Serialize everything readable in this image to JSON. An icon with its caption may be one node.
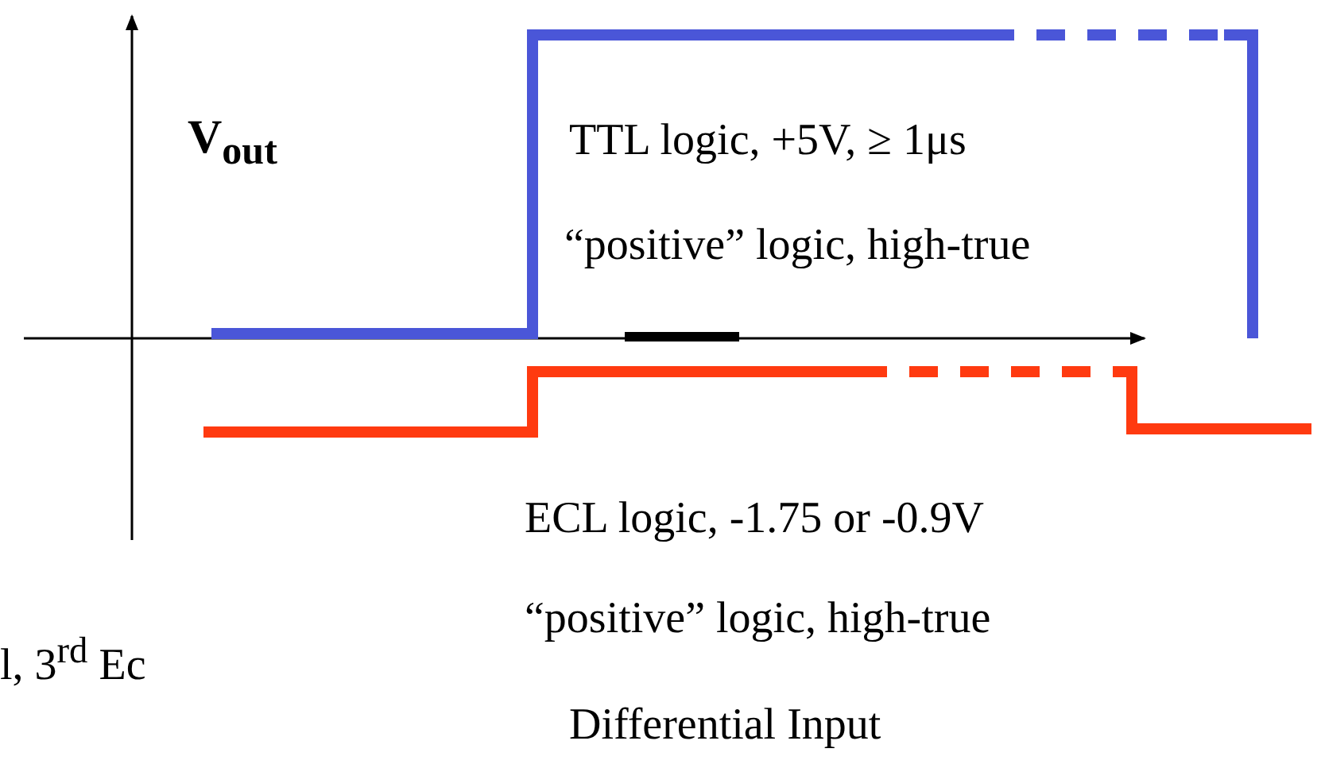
{
  "diagram": {
    "labels": [
      "V$_{out}$",
      "TTL logic, +5V,  ≥ 1μs",
      "“positive” logic, high-true",
      "ECL logic, -1.75  or -0.9V",
      "“positive” logic, high-true",
      "l, 3$^{rd}$ Ec",
      "Differential Input"
    ]
  }
}
